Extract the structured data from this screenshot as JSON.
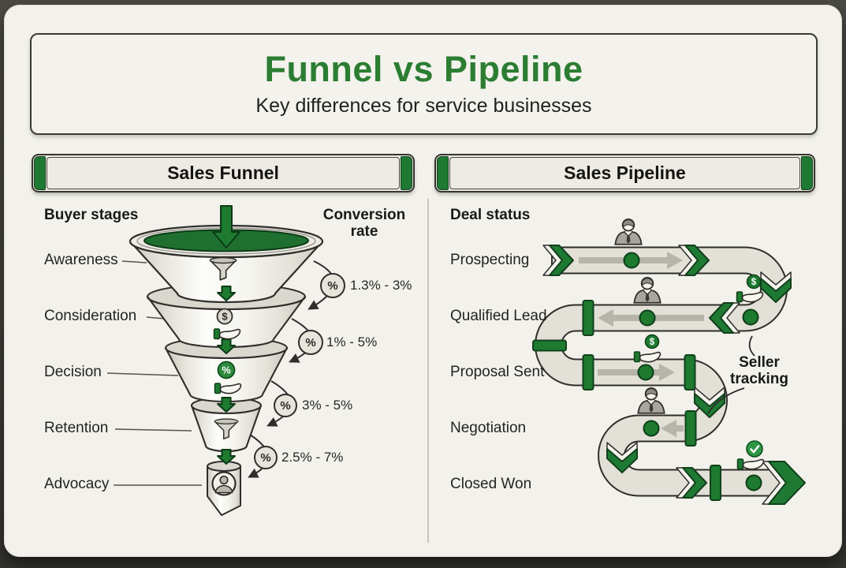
{
  "header": {
    "title": "Funnel vs Pipeline",
    "subtitle": "Key differences for service businesses"
  },
  "funnel": {
    "section_title": "Sales Funnel",
    "buyer_stages_header": "Buyer stages",
    "conversion_rate_header": "Conversion rate",
    "stages": [
      "Awareness",
      "Consideration",
      "Decision",
      "Retention",
      "Advocacy"
    ],
    "conversion_rates": [
      "1.3% - 3%",
      "1% - 5%",
      "3% - 5%",
      "2.5% - 7%"
    ]
  },
  "pipeline": {
    "section_title": "Sales Pipeline",
    "deal_status_header": "Deal status",
    "statuses": [
      "Prospecting",
      "Qualified Lead",
      "Proposal Sent",
      "Negotiation",
      "Closed Won"
    ],
    "annotation": "Seller tracking"
  },
  "icons": {
    "percent": "%",
    "dollar": "$"
  },
  "colors": {
    "accent_green": "#1e7a33",
    "title_green": "#2b7d32",
    "poster_background": "#f2f1eb",
    "pipe_fill": "#e2e0d7",
    "outline": "#2f2e2b"
  }
}
